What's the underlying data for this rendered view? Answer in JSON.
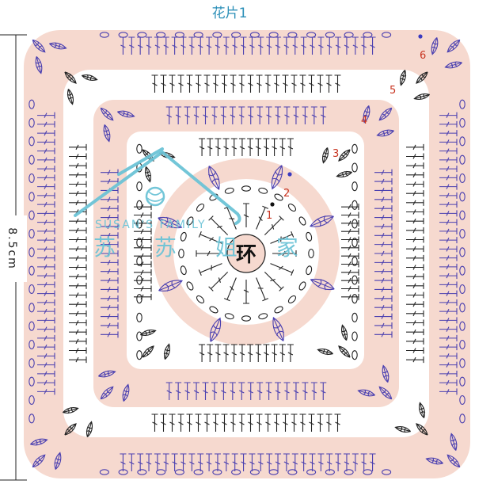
{
  "title": "花片1",
  "dimension": "8.5cm",
  "center_label": "环",
  "row_numbers": [
    "1",
    "2",
    "3",
    "4",
    "5",
    "6"
  ],
  "watermark": {
    "english": "SUSAN'S FAMILY",
    "chinese": "苏 苏 姐 家"
  },
  "colors": {
    "band_pink": "#f6d9cf",
    "stitch_blue": "#4a3fb0",
    "stitch_black": "#222222",
    "row_number_red": "#c8331f",
    "title_blue": "#2b8fb8",
    "watermark_cyan": "#6cc3d6"
  }
}
